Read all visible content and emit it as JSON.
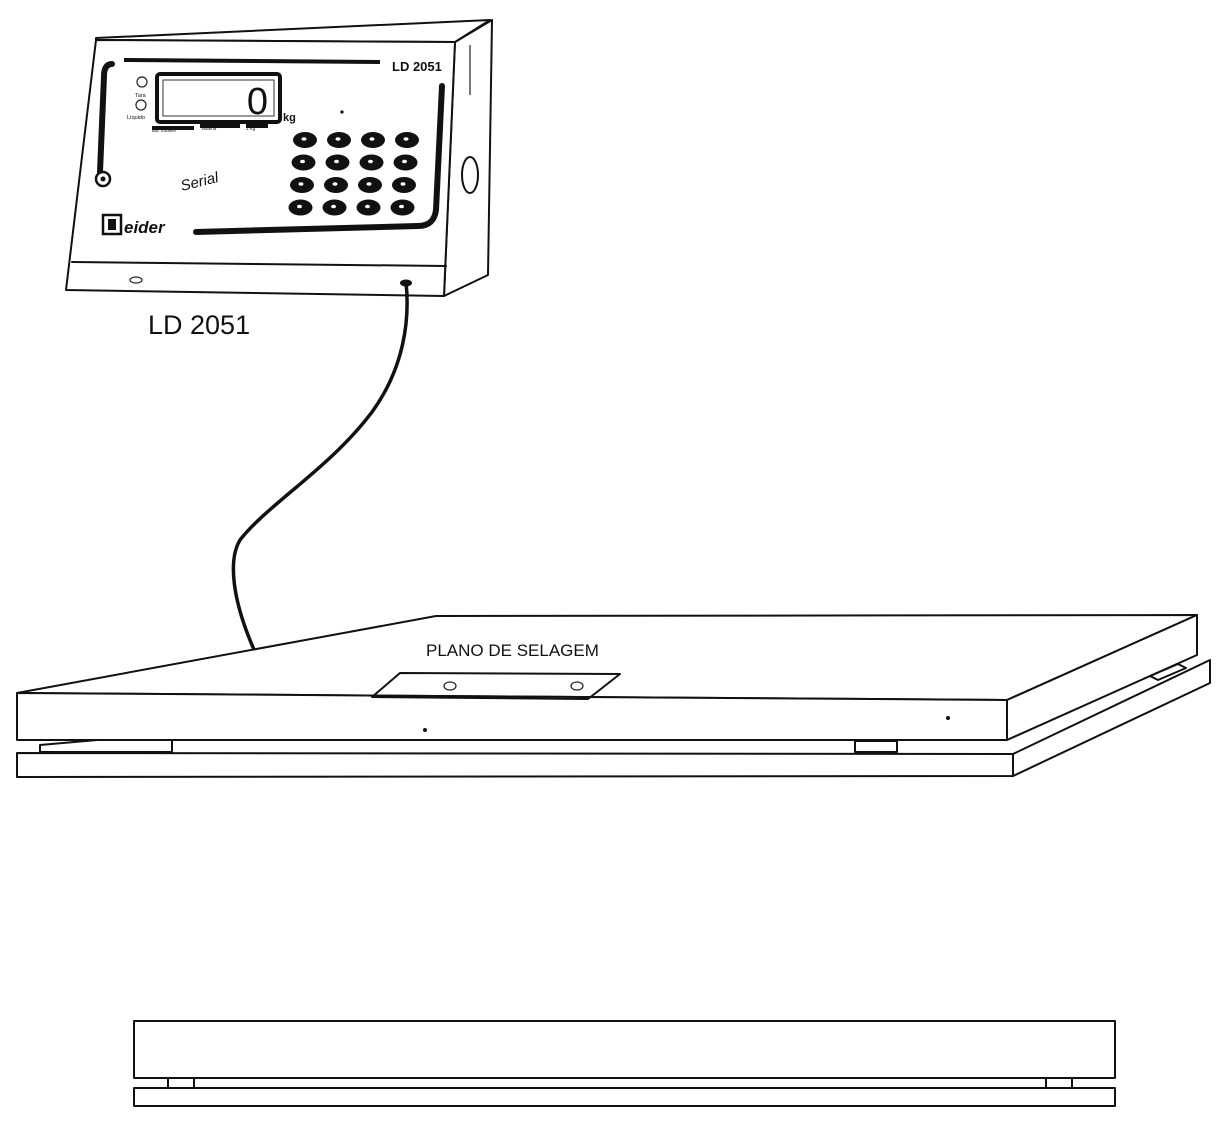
{
  "indicator": {
    "model_badge": "LD 2051",
    "display_value": "0",
    "unit": "kg",
    "led_labels": [
      "Tara",
      "Líquido"
    ],
    "display_sub_labels": [
      "Bal. Estável",
      "Bateria",
      "1 Kg"
    ],
    "serial_text": "Serial",
    "brand": "eider",
    "caption": "LD 2051"
  },
  "platform": {
    "sealing_label": "PLANO DE SELAGEM"
  },
  "colors": {
    "ink": "#111111",
    "paper": "#ffffff"
  }
}
